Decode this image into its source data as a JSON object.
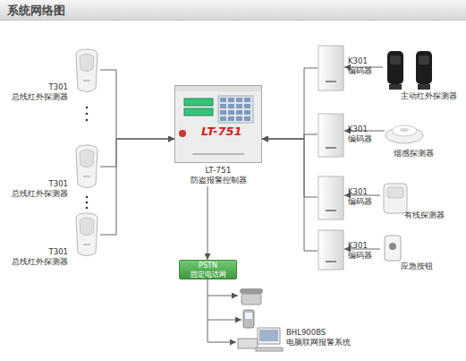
{
  "diagram": {
    "title": "系统网络图",
    "nodes": [
      {
        "text": [
          "T301 总线红外探测器"
        ]
      },
      {
        "text": [
          "T301 总线红外探测器"
        ]
      },
      {
        "text": [
          "T301 总线红外探测器"
        ]
      },
      {
        "text": [
          "LT-751",
          "LT-751 防盗报警控制器"
        ]
      },
      {
        "text": [
          "K301 编码器"
        ]
      },
      {
        "text": [
          "K301 编码器"
        ]
      },
      {
        "text": [
          "K301 编码器"
        ]
      },
      {
        "text": [
          "K301 编码器"
        ]
      },
      {
        "text": [
          "主动红外探测器"
        ]
      },
      {
        "text": [
          "烟感探测器"
        ]
      },
      {
        "text": [
          "有线探测器"
        ]
      },
      {
        "text": [
          "应急按钮"
        ]
      },
      {
        "text": [
          "PSTN 固定电话网"
        ]
      },
      {
        "text": [
          "BHL900BS 电脑联网报警系统"
        ]
      }
    ],
    "edges": [
      {
        "from": 0,
        "to": 3,
        "arrow": "to"
      },
      {
        "from": 1,
        "to": 3,
        "arrow": "to"
      },
      {
        "from": 2,
        "to": 3,
        "arrow": "to"
      },
      {
        "from": 8,
        "to": 4,
        "arrow": "to"
      },
      {
        "from": 9,
        "to": 5,
        "arrow": "to"
      },
      {
        "from": 10,
        "to": 6,
        "arrow": "to"
      },
      {
        "from": 11,
        "to": 7,
        "arrow": "to"
      },
      {
        "from": 4,
        "to": 3,
        "arrow": "to"
      },
      {
        "from": 5,
        "to": 3,
        "arrow": "to"
      },
      {
        "from": 6,
        "to": 3,
        "arrow": "to"
      },
      {
        "from": 7,
        "to": 3,
        "arrow": "to"
      },
      {
        "from": 3,
        "to": 12,
        "arrow": "to"
      },
      {
        "from": 12,
        "to": 13,
        "arrow": "to"
      }
    ]
  }
}
